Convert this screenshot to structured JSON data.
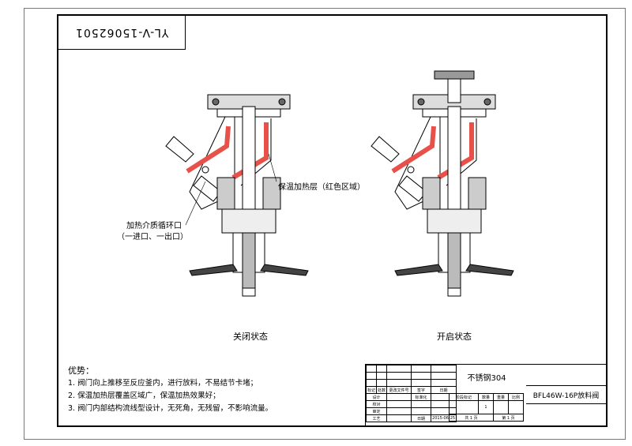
{
  "drawing_code": "YL-V-15062501",
  "labels": {
    "heating_layer": "保温加热层（红色区域）",
    "port_line1": "加热介质循环口",
    "port_line2": "（一进口、一出口）"
  },
  "states": {
    "closed": "关闭状态",
    "open": "开启状态"
  },
  "notes": {
    "title": "优势：",
    "items": [
      "1. 阀门向上推移至反应釜内，进行放料，不易结节卡堵；",
      "2. 保温加热层覆盖区域广，保温加热效果好；",
      "3. 阀门内部结构流线型设计，无死角，无残留，不影响流量。"
    ]
  },
  "title_block": {
    "material": "不锈钢304",
    "product": "BFL46W-16P放料阀",
    "headers": [
      "标记",
      "处数",
      "更改文件号",
      "签字",
      "日期"
    ],
    "design": "设计",
    "standard": "标准化",
    "check": "校对",
    "approve": "审定",
    "process": "工艺",
    "date_label": "日期",
    "date": "2015-06-25",
    "stage_mark": "阶段标记",
    "quantity": "数量",
    "weight": "重量",
    "scale": "比例",
    "quantity_value": "1",
    "total_pages": "共 1 页",
    "page": "第 1 页"
  },
  "colors": {
    "heating": "#e8504a"
  }
}
